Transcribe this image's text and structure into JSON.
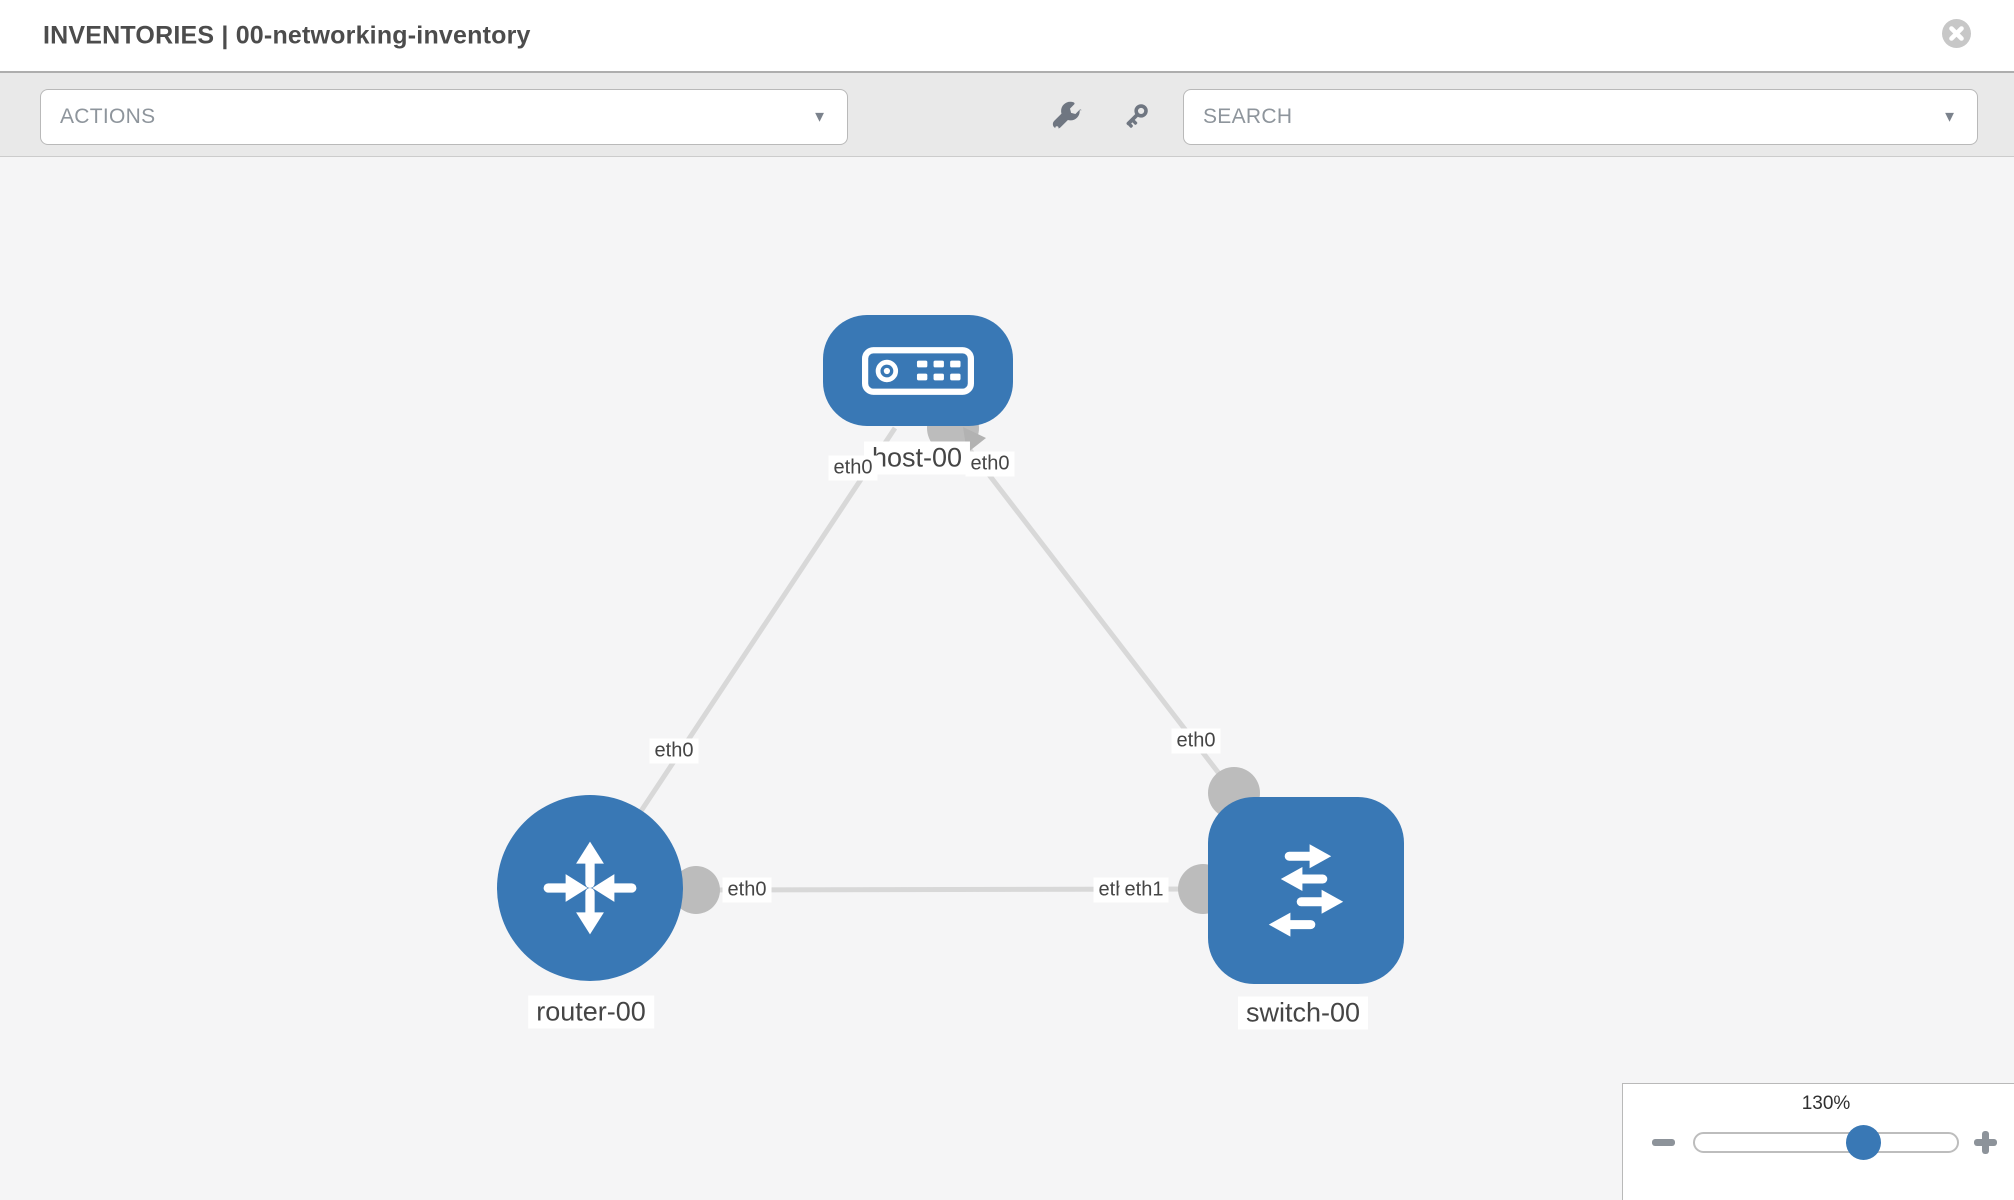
{
  "header": {
    "title": "INVENTORIES | 00-networking-inventory"
  },
  "toolbar": {
    "actions_label": "ACTIONS",
    "search_label": "SEARCH",
    "caret": "▼"
  },
  "topology": {
    "nodes": [
      {
        "id": "host-00",
        "type": "host",
        "label": "host-00"
      },
      {
        "id": "router-00",
        "type": "router",
        "label": "router-00"
      },
      {
        "id": "switch-00",
        "type": "switch",
        "label": "switch-00"
      }
    ],
    "links": [
      {
        "from": "router-00",
        "to": "host-00",
        "from_interface": "eth0",
        "to_interface": "eth0"
      },
      {
        "from": "host-00",
        "to": "switch-00",
        "from_interface": "eth0",
        "to_interface": "eth0"
      },
      {
        "from": "router-00",
        "to": "switch-00",
        "from_interface": "eth0",
        "to_interface": "eth1",
        "obscured_interface_label": "eth0"
      }
    ]
  },
  "zoom": {
    "level": "130%",
    "percent": 64
  },
  "colors": {
    "node_blue": "#3978b5",
    "link_gray": "#d8d8d8",
    "port_gray": "#bcbcbc",
    "toolbar_bg": "#e9e9e9",
    "canvas_bg": "#f5f5f6"
  }
}
